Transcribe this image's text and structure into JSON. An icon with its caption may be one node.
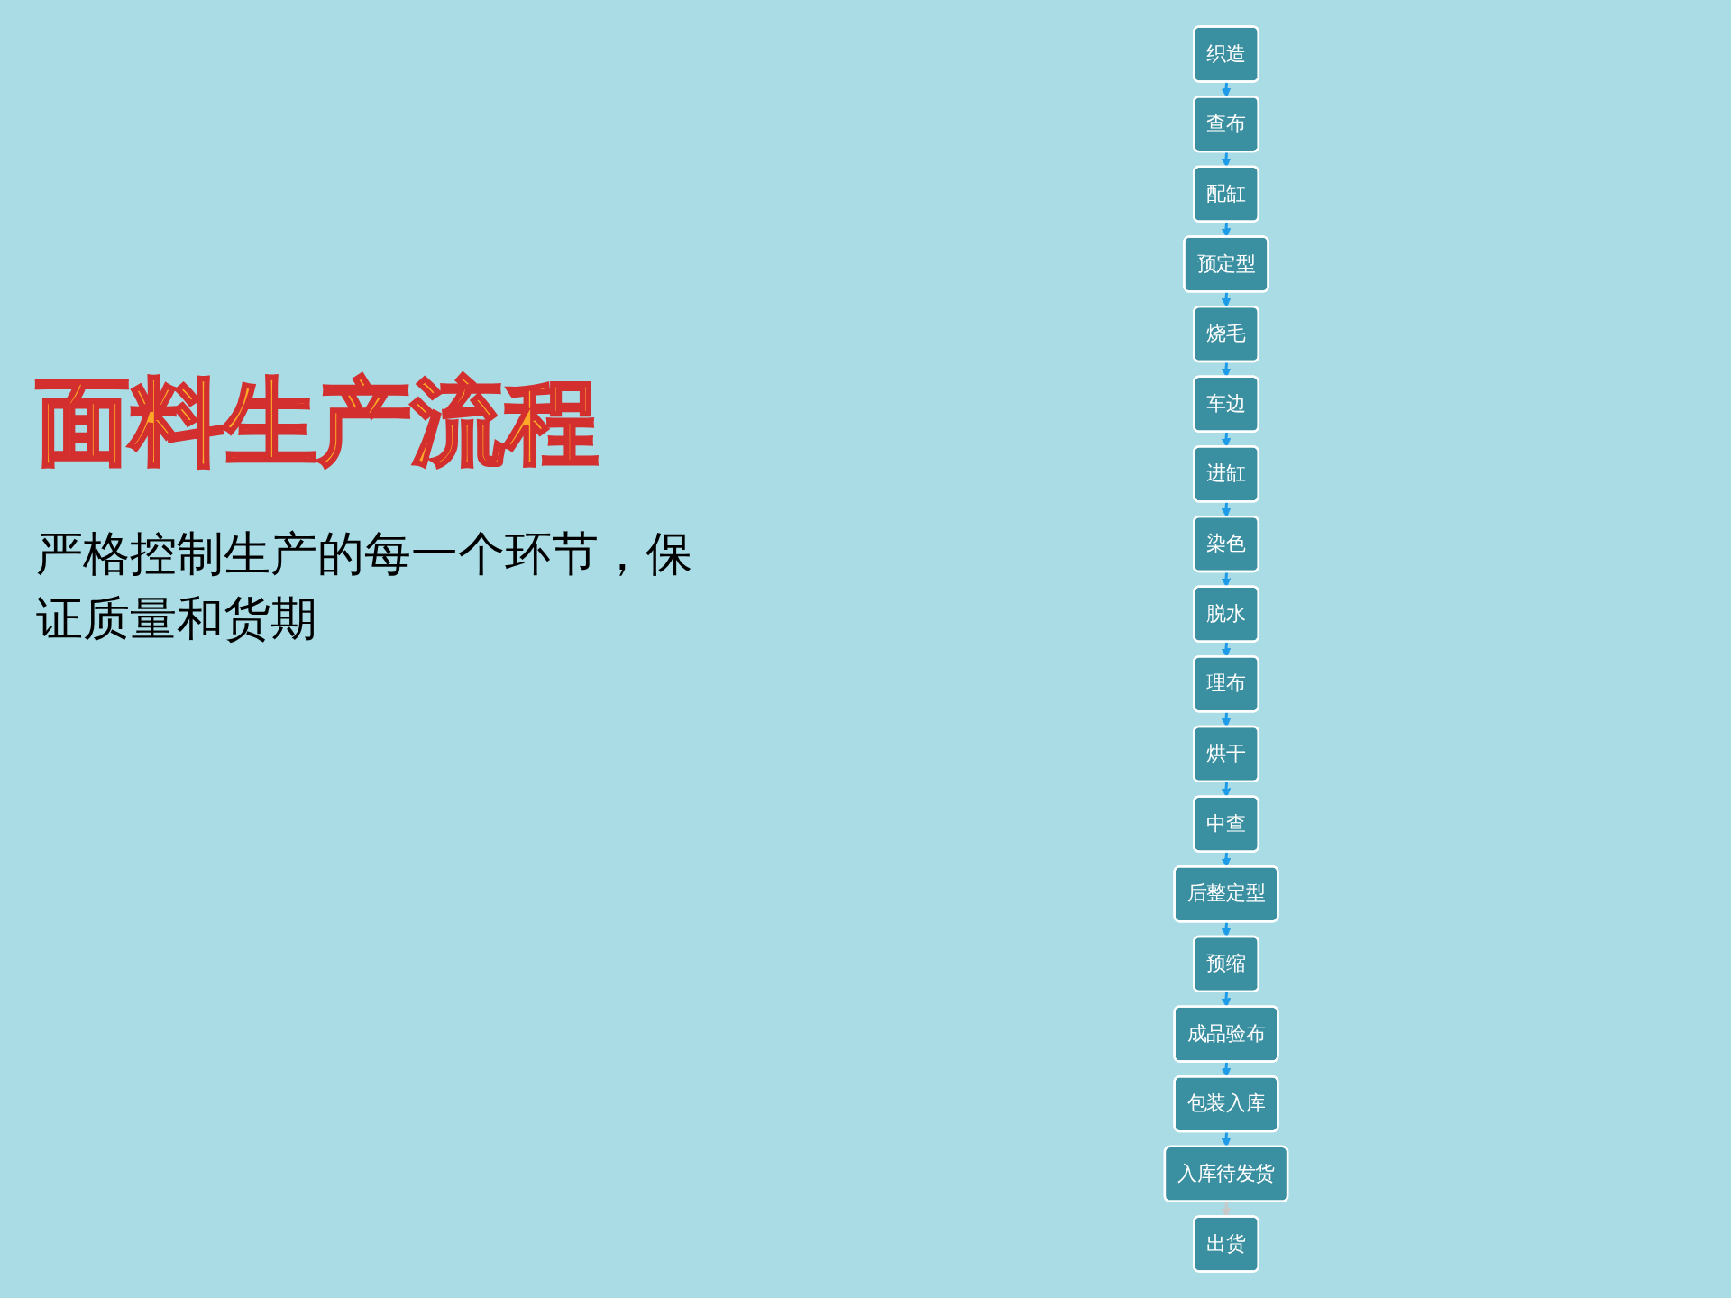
{
  "diagram": {
    "title": "面料生产流程",
    "nodes": [
      {
        "text": [
          "织造"
        ]
      },
      {
        "text": [
          "查布"
        ]
      },
      {
        "text": [
          "配缸"
        ]
      },
      {
        "text": [
          "预定型"
        ]
      },
      {
        "text": [
          "烧毛"
        ]
      },
      {
        "text": [
          "理布"
        ]
      },
      {
        "text": [
          "脱水"
        ]
      },
      {
        "text": [
          "染色"
        ]
      },
      {
        "text": [
          "进缸"
        ]
      },
      {
        "text": [
          "车边"
        ]
      },
      {
        "text": [
          "烘干"
        ]
      },
      {
        "text": [
          "中查"
        ]
      },
      {
        "text": [
          "后整定型"
        ]
      },
      {
        "text": [
          "预缩"
        ]
      },
      {
        "text": [
          "成品验布"
        ]
      },
      {
        "text": [
          "出货"
        ]
      },
      {
        "text": [
          "入库待发货"
        ]
      },
      {
        "text": [
          "包装入库"
        ]
      }
    ],
    "edges": [
      {
        "from": 0,
        "to": 1,
        "arrow": "to"
      },
      {
        "from": 1,
        "to": 2,
        "arrow": "to"
      },
      {
        "from": 2,
        "to": 3,
        "arrow": "to"
      },
      {
        "from": 3,
        "to": 4,
        "arrow": "to"
      },
      {
        "from": 4,
        "to": 9,
        "arrow": "to"
      },
      {
        "from": 9,
        "to": 8,
        "arrow": "to"
      },
      {
        "from": 8,
        "to": 7,
        "arrow": "to"
      },
      {
        "from": 7,
        "to": 6,
        "arrow": "to"
      },
      {
        "from": 6,
        "to": 5,
        "arrow": "to"
      },
      {
        "from": 5,
        "to": 10,
        "arrow": "to"
      },
      {
        "from": 10,
        "to": 11,
        "arrow": "to"
      },
      {
        "from": 11,
        "to": 12,
        "arrow": "to"
      },
      {
        "from": 12,
        "to": 13,
        "arrow": "to"
      },
      {
        "from": 13,
        "to": 14,
        "arrow": "to"
      },
      {
        "from": 14,
        "to": 17,
        "arrow": "to"
      },
      {
        "from": 17,
        "to": 16,
        "arrow": "to"
      },
      {
        "from": 16,
        "to": 15,
        "arrow": "to",
        "color": "#c8c8c8"
      }
    ],
    "labels": [
      "严格控制生产的每一个环节，保证质量和货期"
    ]
  }
}
